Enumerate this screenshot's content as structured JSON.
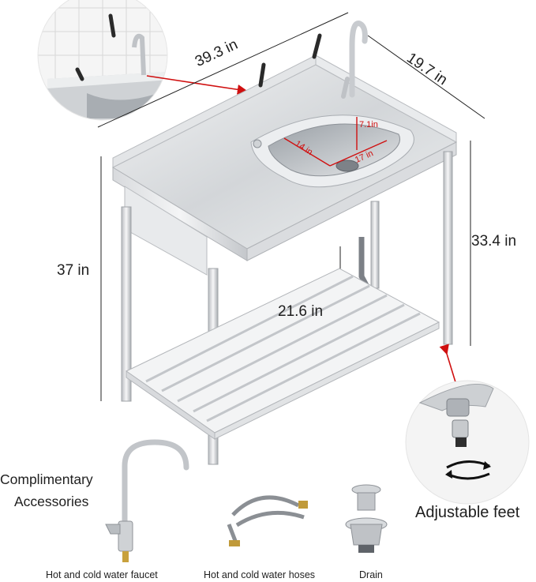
{
  "dimensions": {
    "length": "39.3 in",
    "width": "19.7 in",
    "height_total": "37 in",
    "height_back": "33.4 in",
    "shelf_height": "21.6 in",
    "bowl_depth": "7.1in",
    "bowl_length": "14 in",
    "bowl_width": "17 in"
  },
  "accessories": {
    "heading_line1": "Complimentary",
    "heading_line2": "Accessories",
    "faucet": "Hot and cold water faucet",
    "hoses": "Hot and cold water hoses",
    "drain": "Drain"
  },
  "feature": {
    "adjustable_feet": "Adjustable feet"
  },
  "colors": {
    "callout_red": "#d01010",
    "steel": "#c9ccd0"
  }
}
